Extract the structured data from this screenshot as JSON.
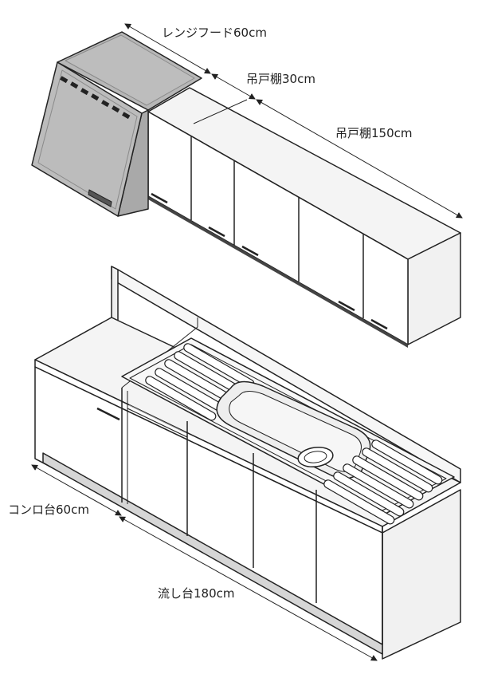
{
  "diagram": {
    "labels": {
      "range_hood": "レンジフード60cm",
      "wall_cabinet_30": "吊戸棚30cm",
      "wall_cabinet_150": "吊戸棚150cm",
      "stove_counter": "コンロ台60cm",
      "sink_counter": "流し台180cm"
    },
    "colors": {
      "line": "#222222",
      "hood_panel": "#bcbcbc",
      "hood_side": "#a9a9a9",
      "cabinet_front": "#ffffff",
      "cabinet_side": "#f1f1f1",
      "top_surface": "#f4f4f4",
      "sink_basin": "#eeeeee",
      "plinth": "#d6d6d6"
    }
  }
}
